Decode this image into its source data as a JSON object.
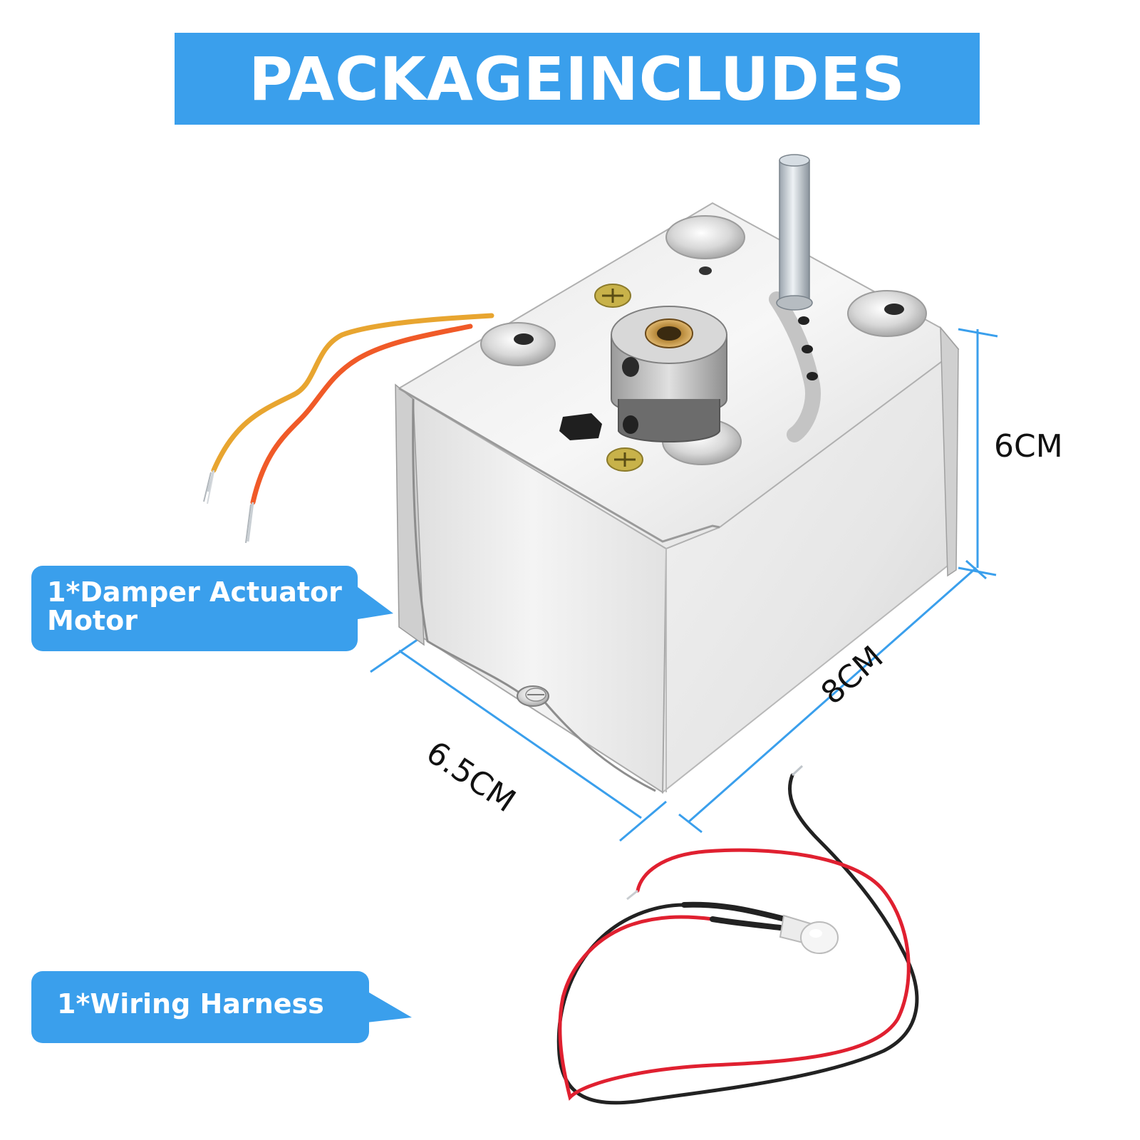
{
  "header": {
    "title": "PACKAGEINCLUDES"
  },
  "callouts": {
    "motor": "1*Damper Actuator Motor",
    "harness": "1*Wiring Harness"
  },
  "dimensions": {
    "height": "6CM",
    "length": "8CM",
    "width": "6.5CM"
  },
  "colors": {
    "accent": "#3a9fec",
    "dimension_line": "#3a9fec",
    "wire_yellow": "#e8a530",
    "wire_orange": "#f05a28",
    "wire_red": "#e02030",
    "wire_black": "#222222"
  }
}
